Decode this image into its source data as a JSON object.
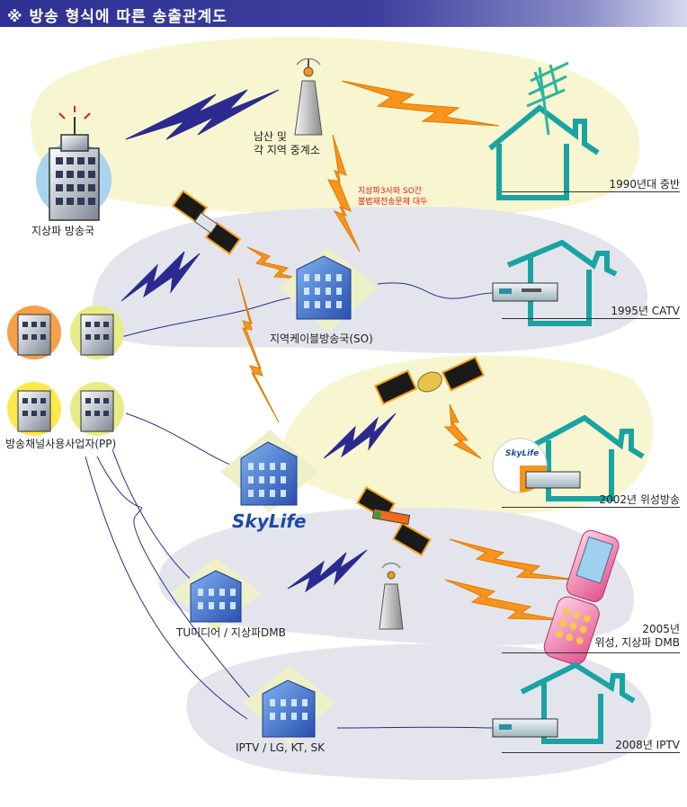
{
  "title": "※ 방송 형식에 따른 송출관계도",
  "colors": {
    "header": "#2e3192",
    "band_yellow": "#f8f6d0",
    "band_gray": "#e4e5ec",
    "wave_blue": "#2b2b8f",
    "wave_orange": "#f7941d",
    "house_teal": "#1aa3a3",
    "note_red": "#e41b17"
  },
  "labels": {
    "terrestrial": "지상파 방송국",
    "relay": "남산 및\n각 지역 중계소",
    "so": "지역케이블방송국(SO)",
    "pp": "방송채널사용사업자(PP)",
    "tu": "TU미디어 / 지상파DMB",
    "iptv_provider": "IPTV / LG, KT, SK",
    "skylife_logo": "SkyLife",
    "set_top_skylife": "SkyLife"
  },
  "note": "지상파3사와 SO간\n불법재전송문제 대두",
  "timeline": [
    {
      "year_label": "1990년대 중반"
    },
    {
      "year_label": "1995년 CATV"
    },
    {
      "year_label": "2002년 위성방송"
    },
    {
      "year_label": "2005년\n위성, 지상파 DMB"
    },
    {
      "year_label": "2008년 IPTV"
    }
  ],
  "icons": [
    "building-icon",
    "tower-icon",
    "satellite-icon",
    "house-icon",
    "antenna-icon",
    "set-top-box-icon",
    "phone-icon",
    "lightning-icon"
  ]
}
